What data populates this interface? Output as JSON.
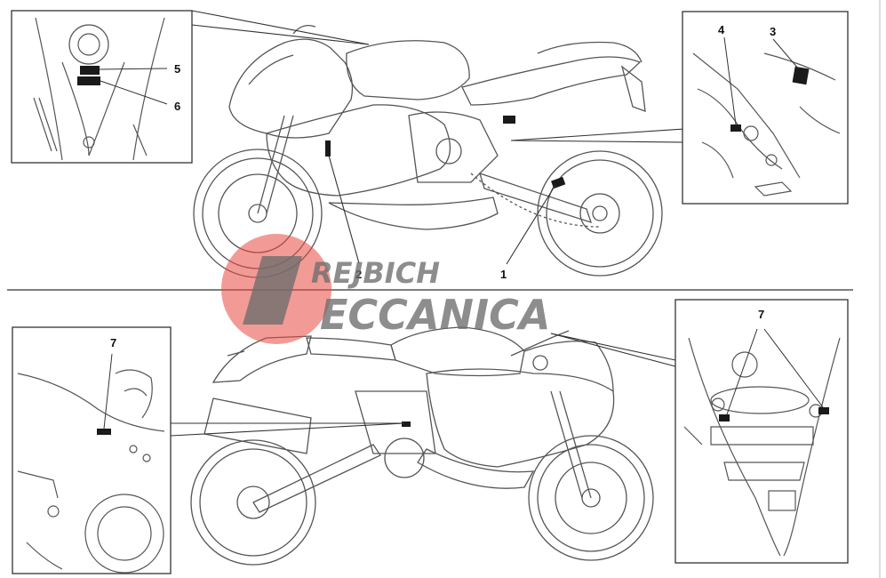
{
  "callouts": {
    "label_1": "1",
    "label_2": "2",
    "label_3": "3",
    "label_4": "4",
    "label_5": "5",
    "label_6": "6",
    "label_7_inset_left": "7",
    "label_7_inset_right": "7"
  },
  "watermark": {
    "line1": "REJBICH",
    "line2": "ECCANICA"
  },
  "colors": {
    "line_art": "#555555",
    "frame": "#333333",
    "label_patch": "#1a1a1a",
    "watermark_red": "#e8483f",
    "watermark_gray": "#6e6e6e",
    "background": "#ffffff"
  }
}
